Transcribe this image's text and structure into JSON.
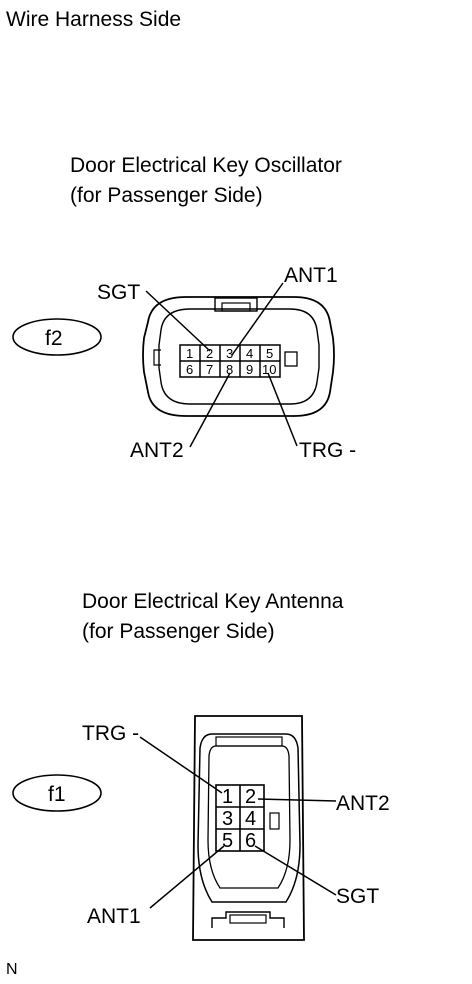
{
  "header": {
    "title": "Wire Harness Side"
  },
  "footer": {
    "note": "N"
  },
  "connectors": [
    {
      "id": "f2",
      "title_line1": "Door Electrical Key Oscillator",
      "title_line2": "(for Passenger Side)",
      "pins_top": [
        "1",
        "2",
        "3",
        "4",
        "5"
      ],
      "pins_bottom": [
        "6",
        "7",
        "8",
        "9",
        "10"
      ],
      "labels": {
        "sgt": "SGT",
        "ant1": "ANT1",
        "ant2": "ANT2",
        "trg": "TRG -"
      }
    },
    {
      "id": "f1",
      "title_line1": "Door Electrical Key Antenna",
      "title_line2": "(for Passenger Side)",
      "pins": [
        "1",
        "2",
        "3",
        "4",
        "5",
        "6"
      ],
      "labels": {
        "trg": "TRG -",
        "ant2": "ANT2",
        "ant1": "ANT1",
        "sgt": "SGT"
      }
    }
  ]
}
